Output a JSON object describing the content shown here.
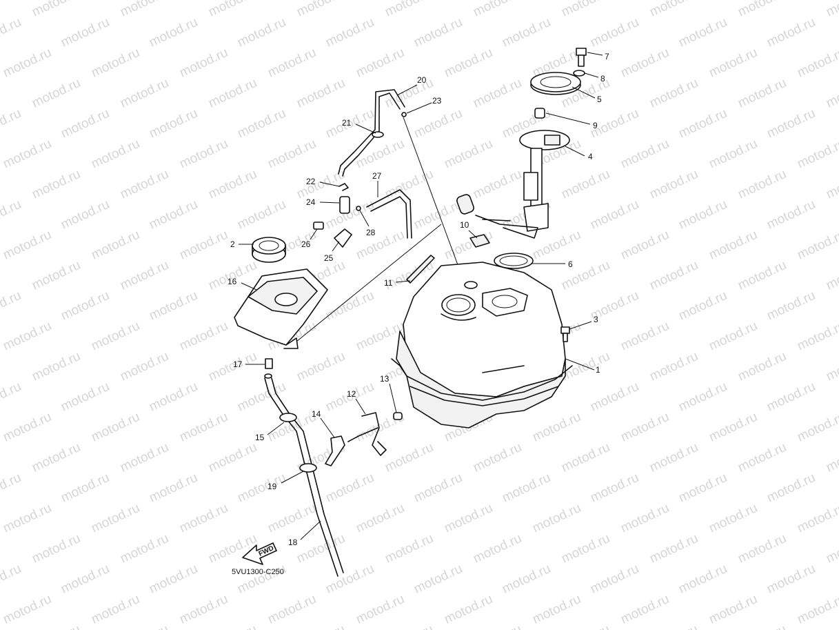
{
  "watermark": "motod.ru",
  "diagram_code": "5VU1300-C250",
  "fwd_label": "FWD",
  "callouts": [
    {
      "id": 1,
      "label": "1"
    },
    {
      "id": 2,
      "label": "2"
    },
    {
      "id": 3,
      "label": "3"
    },
    {
      "id": 4,
      "label": "4"
    },
    {
      "id": 5,
      "label": "5"
    },
    {
      "id": 6,
      "label": "6"
    },
    {
      "id": 7,
      "label": "7"
    },
    {
      "id": 8,
      "label": "8"
    },
    {
      "id": 9,
      "label": "9"
    },
    {
      "id": 10,
      "label": "10"
    },
    {
      "id": 11,
      "label": "11"
    },
    {
      "id": 12,
      "label": "12"
    },
    {
      "id": 13,
      "label": "13"
    },
    {
      "id": 14,
      "label": "14"
    },
    {
      "id": 15,
      "label": "15"
    },
    {
      "id": 16,
      "label": "16"
    },
    {
      "id": 17,
      "label": "17"
    },
    {
      "id": 18,
      "label": "18"
    },
    {
      "id": 19,
      "label": "19"
    },
    {
      "id": 20,
      "label": "20"
    },
    {
      "id": 21,
      "label": "21"
    },
    {
      "id": 22,
      "label": "22"
    },
    {
      "id": 23,
      "label": "23"
    },
    {
      "id": 24,
      "label": "24"
    },
    {
      "id": 25,
      "label": "25"
    },
    {
      "id": 26,
      "label": "26"
    },
    {
      "id": 27,
      "label": "27"
    },
    {
      "id": 28,
      "label": "28"
    }
  ]
}
